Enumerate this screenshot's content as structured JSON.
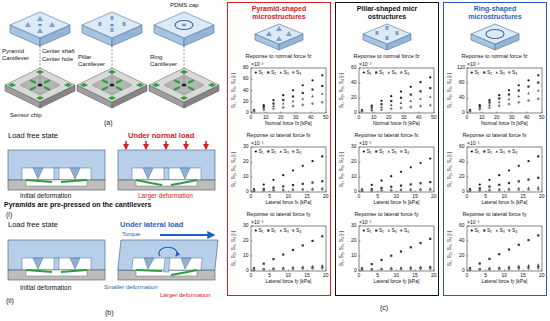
{
  "diagram": {
    "nodes": [
      {
        "text": [
          "Pyramid-shaped microstructures"
        ]
      },
      {
        "text": [
          "Reponse to normal force fz",
          "×10⁻³",
          "S₁, S₂, S₃, S₄ [-]",
          "Normal force fz [kPa]"
        ],
        "in": 0
      },
      {
        "text": [
          "Reponse to lateral force fx",
          "×10⁻³",
          "S₁, S₂, S₃, S₄ [-]",
          "Lateral force fx [kPa]"
        ],
        "in": 0
      },
      {
        "text": [
          "Reponse to lateral force fy",
          "×10⁻³",
          "S₁, S₂, S₃, S₄ [-]",
          "Lateral force fy [kPa]"
        ],
        "in": 0
      },
      {
        "text": [
          "Pillar-shaped micr ostructures"
        ]
      },
      {
        "text": [
          "Reponse to normal force fz",
          "×10⁻³",
          "S₁, S₂, S₃, S₄ [-]",
          "Normal force fz [kPa]"
        ],
        "in": 4
      },
      {
        "text": [
          "Reponse to lateral force fx",
          "×10⁻³",
          "S₁, S₂, S₃, S₄ [-]",
          "Lateral force fx [kPa]"
        ],
        "in": 4
      },
      {
        "text": [
          "Reponse to lateral force fy",
          "×10⁻³",
          "S₁, S₂, S₃, S₄ [-]",
          "Lateral force fy [kPa]"
        ],
        "in": 4
      },
      {
        "text": [
          "Ring-shaped microstructures"
        ]
      },
      {
        "text": [
          "Reponse to normal force fz",
          "×10⁻³",
          "S₁, S₂, S₃, S₄ [-]",
          "Normal force fz [kPa]"
        ],
        "in": 8
      },
      {
        "text": [
          "Reponse to lateral force fx",
          "×10⁻³",
          "S₁, S₂, S₃, S₄ [-]",
          "Lateral force fx [kPa]"
        ],
        "in": 8
      },
      {
        "text": [
          "Reponse to lateral force fy",
          "×10⁻³",
          "S₁, S₂, S₃, S₄ [-]",
          "Lateral force fy [kPa]"
        ],
        "in": 8
      }
    ],
    "labels": [
      "PDMS cap",
      "Pyramid Cantilever",
      "Center shaft",
      "Center hole",
      "Pillar Cantilever",
      "Ring Cantilever",
      "Sensor chip",
      "(a)",
      "Load free state",
      "Under normal load",
      "Initial deformation",
      "Larger deformation",
      "Pyramids are pre-pressed on the cantilevers",
      "(i)",
      "Load free state",
      "Under lateral load",
      "Torque",
      "Initial deformation",
      "Smaller deformation",
      "Larger deformation",
      "(ii)",
      "(b)",
      "(c)",
      "0",
      "20",
      "40",
      "60",
      "80",
      "0",
      "10",
      "20",
      "30",
      "40",
      "50",
      "0",
      "10",
      "20",
      "30",
      "0",
      "5",
      "10",
      "15",
      "20",
      "0",
      "10",
      "20",
      "30",
      "0",
      "5",
      "10",
      "15",
      "20",
      "0",
      "20",
      "40",
      "60",
      "0",
      "10",
      "20",
      "30",
      "40",
      "50",
      "0",
      "10",
      "20",
      "30",
      "0",
      "5",
      "10",
      "15",
      "20",
      "0",
      "10",
      "20",
      "30",
      "0",
      "5",
      "10",
      "15",
      "20",
      "0",
      "40",
      "80",
      "120",
      "0",
      "10",
      "20",
      "30",
      "40",
      "50",
      "0",
      "20",
      "40",
      "60",
      "0",
      "5",
      "10",
      "15",
      "20",
      "0",
      "20",
      "40",
      "60",
      "0",
      "5",
      "10",
      "15",
      "20"
    ],
    "legend": [
      {
        "text": "S₁"
      },
      {
        "text": "S₂"
      },
      {
        "text": "S₃"
      },
      {
        "text": "S₄"
      },
      {
        "text": "S₁"
      },
      {
        "text": "S₂"
      },
      {
        "text": "S₃"
      },
      {
        "text": "S₄"
      },
      {
        "text": "S₁"
      },
      {
        "text": "S₂"
      },
      {
        "text": "S₃"
      },
      {
        "text": "S₄"
      },
      {
        "text": "S₁"
      },
      {
        "text": "S₂"
      },
      {
        "text": "S₃"
      },
      {
        "text": "S₄"
      },
      {
        "text": "S₁"
      },
      {
        "text": "S₂"
      },
      {
        "text": "S₃"
      },
      {
        "text": "S₄"
      },
      {
        "text": "S₁"
      },
      {
        "text": "S₂"
      },
      {
        "text": "S₃"
      },
      {
        "text": "S₄"
      },
      {
        "text": "S₁"
      },
      {
        "text": "S₂"
      },
      {
        "text": "S₃"
      },
      {
        "text": "S₄"
      },
      {
        "text": "S₁"
      },
      {
        "text": "S₂"
      },
      {
        "text": "S₃"
      },
      {
        "text": "S₄"
      },
      {
        "text": "S₁"
      },
      {
        "text": "S₂"
      },
      {
        "text": "S₃"
      },
      {
        "text": "S₄"
      }
    ]
  }
}
